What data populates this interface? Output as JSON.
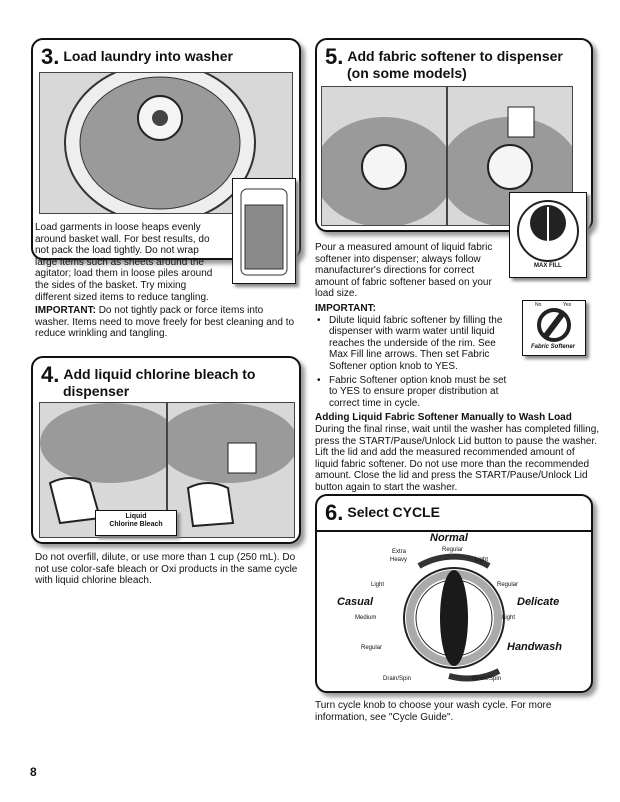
{
  "step3": {
    "number": "3.",
    "title": "Load laundry into washer",
    "body": [
      "Load garments in loose heaps evenly",
      "around basket wall. For best results, do",
      "not pack the load tightly. Do not wrap",
      "large items such as sheets around the",
      "agitator; load them in loose piles around",
      "the sides of the basket. Try mixing",
      "different sized items to reduce tangling."
    ],
    "important_label": "IMPORTANT:",
    "important_text": " Do not tightly pack or force items into washer. Items need to move freely for best cleaning and to reduce wrinkling and tangling."
  },
  "step4": {
    "number": "4.",
    "title_line1": "Add liquid chlorine bleach to",
    "title_line2": "dispenser",
    "callout_line1": "Liquid",
    "callout_line2": "Chlorine Bleach",
    "body": "Do not overfill, dilute, or use more than 1 cup (250 mL). Do not use color-safe bleach or Oxi products in the same cycle with liquid chlorine bleach."
  },
  "step5": {
    "number": "5.",
    "title_line1": "Add fabric softener to dispenser",
    "title_line2": "(on some models)",
    "max_fill": "MAX FILL",
    "body": "Pour a measured amount of liquid fabric softener into dispenser; always follow manufacturer's directions for correct amount of fabric softener based on your load size.",
    "important_label": "IMPORTANT:",
    "bullets": [
      "Dilute liquid fabric softener by filling the dispenser with warm water until liquid reaches the underside of the rim. See Max Fill line arrows. Then set Fabric Softener option knob to YES.",
      "Fabric Softener option knob must be set to YES to ensure proper distribution at correct time in cycle."
    ],
    "knob_label": "Fabric Softener",
    "knob_no": "No",
    "knob_yes": "Yes",
    "manual_heading": "Adding Liquid Fabric Softener Manually to Wash Load",
    "manual_body": "During the final rinse, wait until the washer has completed filling, press the START/Pause/Unlock Lid button to pause the washer. Lift the lid and add the measured recommended amount of liquid fabric softener. Do not use more than the recommended amount. Close the lid and press the START/Pause/Unlock Lid button again to start the washer."
  },
  "step6": {
    "number": "6.",
    "title": "Select CYCLE",
    "dial": {
      "normal": "Normal",
      "normal_regular": "Regular",
      "extra_heavy_1": "Extra",
      "extra_heavy_2": "Heavy",
      "normal_light": "Light",
      "casual": "Casual",
      "casual_light": "Light",
      "casual_medium": "Medium",
      "casual_regular": "Regular",
      "delicate": "Delicate",
      "delicate_regular": "Regular",
      "delicate_light": "Light",
      "handwash": "Handwash",
      "drain_spin": "Drain/Spin",
      "rinse_spin": "Rinse/Spin"
    },
    "body": "Turn cycle knob to choose your wash cycle. For more information, see \"Cycle Guide\"."
  },
  "page_number": "8"
}
